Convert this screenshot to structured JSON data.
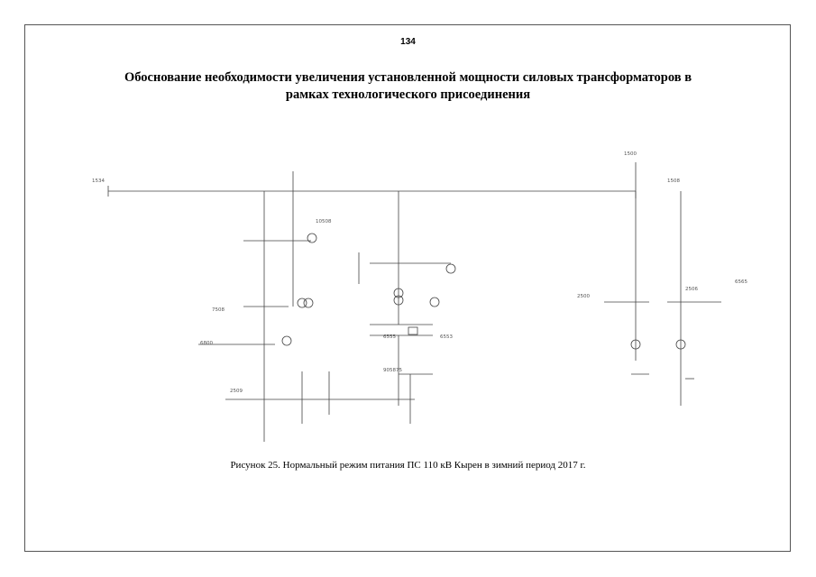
{
  "page": {
    "number": "134",
    "title_line1": "Обоснование необходимости увеличения установленной мощности силовых трансформаторов в",
    "title_line2": "рамках технологического присоединения"
  },
  "figure": {
    "caption": "Рисунок 25. Нормальный режим  питания  ПС 110 кВ Кырен в зимний период 2017 г."
  },
  "diagram_labels": {
    "node_1534": "1534",
    "node_1500": "1500",
    "node_1508": "1508",
    "node_6555": "6555",
    "node_6553": "6553",
    "node_2509": "2509",
    "node_2500": "2500",
    "node_2506": "2506",
    "node_6565": "6565",
    "node_7508": "7508",
    "node_6800": "6800",
    "node_10508": "10508",
    "node_905875": "905875"
  },
  "colors": {
    "frame": "#555555",
    "line": "#444444",
    "text": "#000000"
  }
}
